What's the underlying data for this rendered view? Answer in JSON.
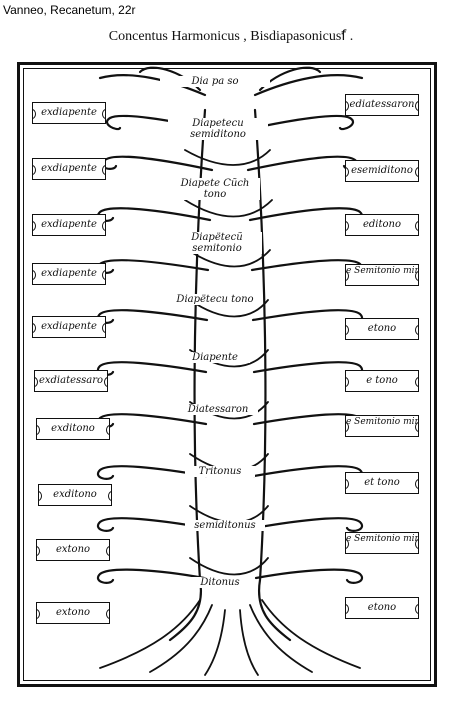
{
  "caption": "Vanneo, Recanetum, 22r",
  "title": "Concentus Harmonicus , Bisdiapasonicusẝ .",
  "center_labels": [
    "Dia pa so",
    "Diapetecu semiditono",
    "Diapete Cũch tono",
    "Diapëtecũ semitonio",
    "Diapëtecu tono",
    "Diapente",
    "Diatessaron",
    "Tritonus",
    "semiditonus",
    "Ditonus"
  ],
  "left_tablets": [
    "exdiapente",
    "exdiapente",
    "exdiapente",
    "exdiapente",
    "exdiapente",
    "exdiatessaro",
    "exditono",
    "exditono",
    "extono",
    "extono"
  ],
  "right_tablets": [
    "ediatessaron",
    "esemiditono",
    "editono",
    "e Semitonio minori",
    "etono",
    "e tono",
    "e Semitonio minori",
    "et tono",
    "e Semitonio minori",
    "etono"
  ]
}
